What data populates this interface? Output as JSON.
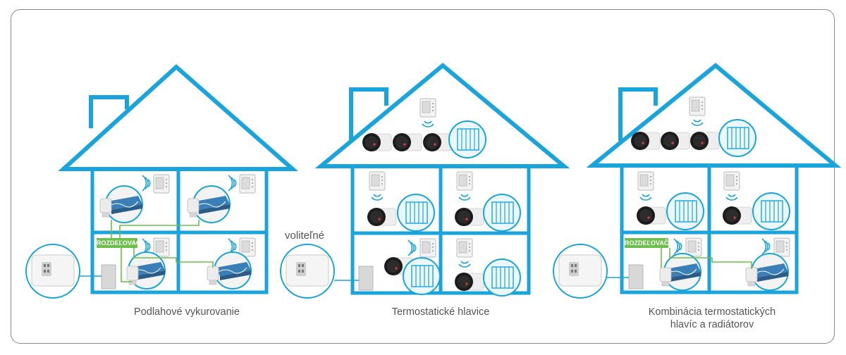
{
  "captions": {
    "floor": "Podlahové vykurovanie",
    "heads": "Termostatické hlavice",
    "combo_line1": "Kombinácia termostatických",
    "combo_line2": "hlavíc a radiátorov"
  },
  "labels": {
    "optional": "voliteľné",
    "manifold_1": "ROZDEĽOVAČ",
    "manifold_3": "ROZDEĽOVAČ"
  },
  "colors": {
    "house": "#1aa4dc",
    "manifold": "#6cbf4a",
    "wire": "#6cbf4a",
    "gateway_line": "#1aa4dc"
  }
}
